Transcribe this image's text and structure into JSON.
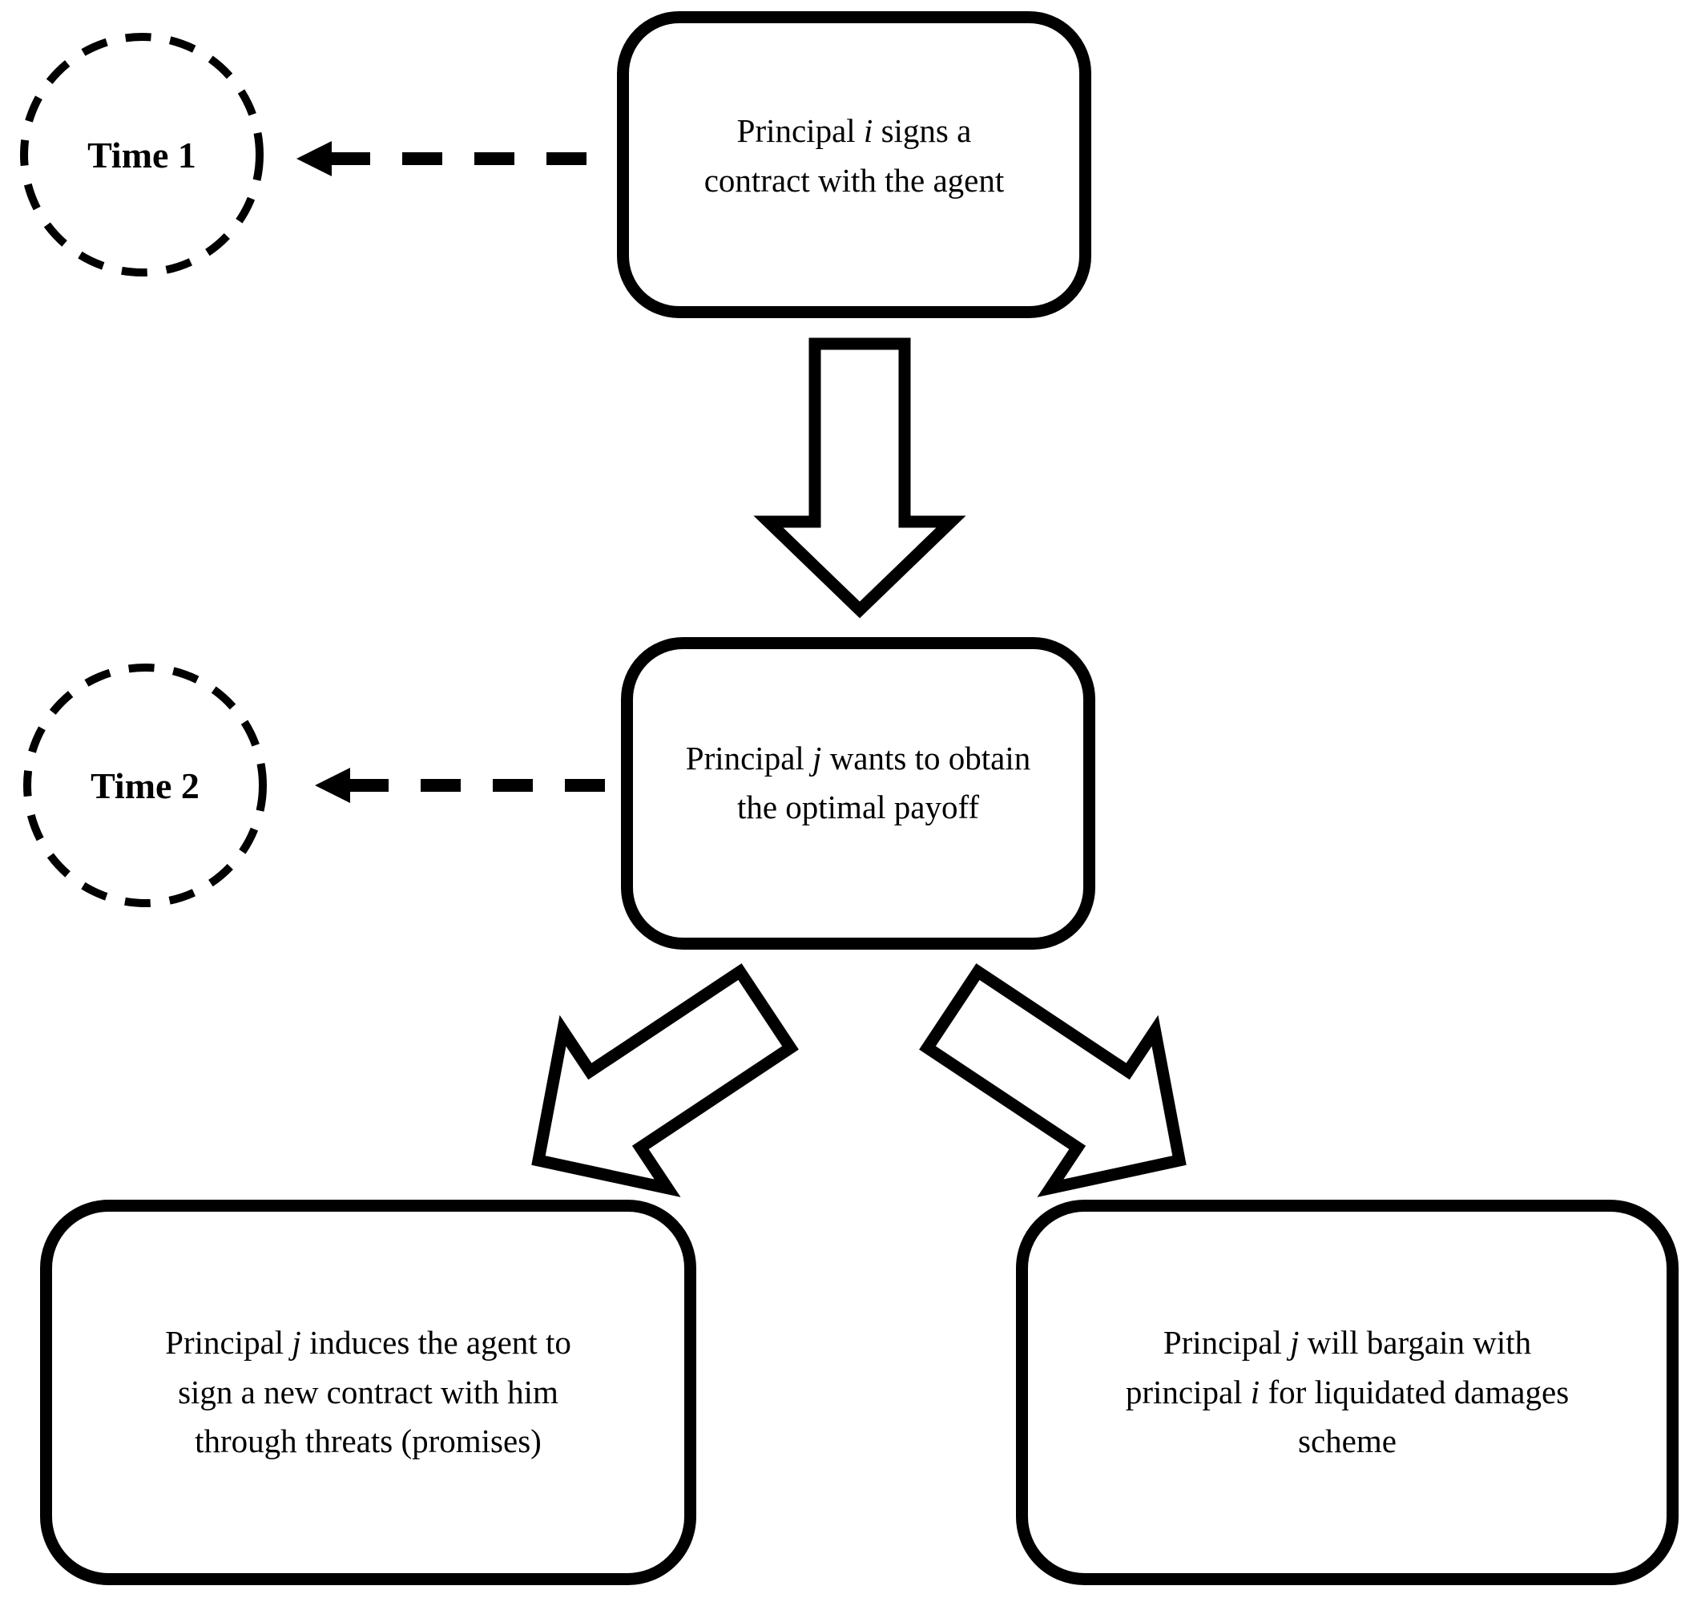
{
  "figure": {
    "background": "#ffffff",
    "line_color": "#000000",
    "shape_fill": "#ffffff",
    "timeline_markers": [
      {
        "id": "time1",
        "label": "Time 1"
      },
      {
        "id": "time2",
        "label": "Time 2"
      }
    ],
    "nodes": {
      "sign_contract": {
        "lines": [
          [
            {
              "t": "Principal "
            },
            {
              "t": "i",
              "i": true
            },
            {
              "t": " signs a"
            }
          ],
          [
            {
              "t": "contract with the agent"
            }
          ]
        ]
      },
      "optimal_payoff": {
        "lines": [
          [
            {
              "t": "Principal "
            },
            {
              "t": "j",
              "i": true
            },
            {
              "t": " wants to obtain"
            }
          ],
          [
            {
              "t": "the optimal payoff"
            }
          ]
        ]
      },
      "induce_agent": {
        "lines": [
          [
            {
              "t": "Principal "
            },
            {
              "t": "j",
              "i": true
            },
            {
              "t": " induces the agent to"
            }
          ],
          [
            {
              "t": "sign a new contract with him"
            }
          ],
          [
            {
              "t": "through threats (promises)"
            }
          ]
        ]
      },
      "bargain_damages": {
        "lines": [
          [
            {
              "t": "Principal "
            },
            {
              "t": "j",
              "i": true
            },
            {
              "t": " will bargain with"
            }
          ],
          [
            {
              "t": "principal "
            },
            {
              "t": "i",
              "i": true
            },
            {
              "t": " for liquidated damages"
            }
          ],
          [
            {
              "t": "scheme"
            }
          ]
        ]
      }
    }
  }
}
